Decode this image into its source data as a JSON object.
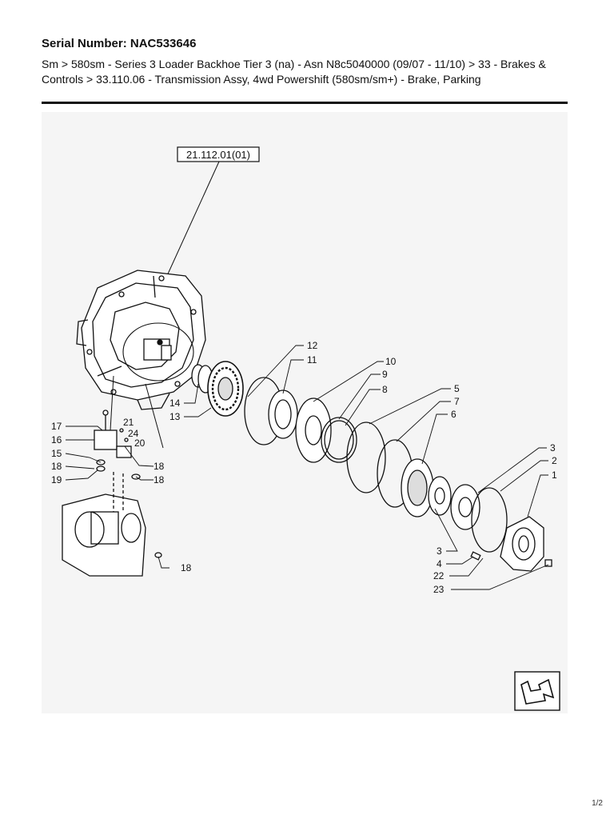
{
  "header": {
    "serial": "Serial Number: NAC533646",
    "breadcrumb": "Sm > 580sm - Series 3 Loader Backhoe Tier 3 (na) - Asn N8c5040000 (09/07 - 11/10) > 33 - Brakes & Controls > 33.110.06 - Transmission Assy, 4wd Powershift (580sm/sm+) - Brake, Parking"
  },
  "diagram": {
    "reference_label": "21.112.01(01)",
    "callouts": {
      "c1": "1",
      "c2": "2",
      "c3a": "3",
      "c3b": "3",
      "c4": "4",
      "c5": "5",
      "c6": "6",
      "c7": "7",
      "c8": "8",
      "c9": "9",
      "c10": "10",
      "c11": "11",
      "c12": "12",
      "c13": "13",
      "c14": "14",
      "c15": "15",
      "c16": "16",
      "c17": "17",
      "c18a": "18",
      "c18b": "18",
      "c18c": "18",
      "c18d": "18",
      "c19": "19",
      "c20": "20",
      "c21": "21",
      "c22": "22",
      "c23": "23",
      "c24": "24"
    },
    "nav_icon": "next-page-arrow-icon"
  },
  "footer": {
    "page": "1/2"
  }
}
